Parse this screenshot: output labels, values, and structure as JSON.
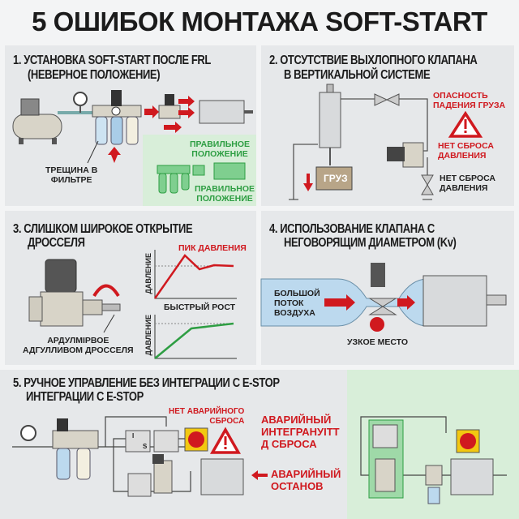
{
  "title": "5 ОШИБОК МОНТАЖА SOFT-START",
  "colors": {
    "error_red": "#d0191f",
    "correct_green": "#2e9e43",
    "panel_bg": "#e6e8ea",
    "green_bg": "#d8eed9"
  },
  "panels": [
    {
      "heading_line1": "1. УСТАНОВКА SOFT-START ПОСЛЕ FRL",
      "heading_line2": "(НЕВЕРНОЕ ПОЛОЖЕНИЕ)",
      "crack_label_line1": "ТРЕЩИНА В",
      "crack_label_line2": "ФИЛЬТРЕ",
      "correct_label_1_line1": "ПРАВИЛЬНОЕ",
      "correct_label_1_line2": "ПОЛОЖЕНИЕ",
      "correct_label_2_line1": "ПРАВИЛЬНОЕ",
      "correct_label_2_line2": "ПОЛОЖЕНИЕ"
    },
    {
      "heading_line1": "2. ОТСУТСТВИЕ ВЫХЛОПНОГО КЛАПАНА",
      "heading_line2": "В ВЕРТИКАЛЬНОЙ СИСТЕМЕ",
      "danger_line1": "ОПАСНОСТЬ",
      "danger_line2": "ПАДЕНИЯ ГРУЗА",
      "no_release_red_line1": "НЕТ СБРОСА",
      "no_release_red_line2": "ДАВЛЕНИЯ",
      "no_release_line1": "НЕТ СБРОСА",
      "no_release_line2": "ДАВЛЕНИЯ",
      "load_label": "ГРУЗ"
    },
    {
      "heading_line1": "3. СЛИШКОМ ШИРОКОЕ ОТКРЫТИЕ",
      "heading_line2": "ДРОССЕЛЯ",
      "peak_label": "ПИК ДАВЛЕНИЯ",
      "fast_rise_label": "БЫСТРЫЙ РОСТ",
      "y_axis_label_top": "ДАВЛЕНИЕ",
      "y_axis_label_bottom": "ДАВЛЕНИЕ",
      "throttle_label_line1": "АРДУЛМІРВОЕ",
      "throttle_label_line2": "АДГУЛЛИВОМ ДРОССЕЛЯ"
    },
    {
      "heading_line1": "4. ИСПОЛЬЗОВАНИЕ КЛАПАНА С",
      "heading_line2": "НЕГОВОРЯЩИМ ДИАМЕТРОМ (Kv)",
      "flow_line1": "БОЛЬШОЙ",
      "flow_line2": "ПОТОК",
      "flow_line3": "ВОЗДУХА",
      "bottleneck_label": "УЗКОЕ МЕСТО"
    },
    {
      "heading_line1": "5. РУЧНОЕ УПРАВЛЕНИЕ БЕЗ ИНТЕГРАЦИИ С E-STOP",
      "heading_line2": "ИНТЕГРАЦИИ С E-STOP",
      "no_emergency_line1": "НЕТ АВАРИЙНОГО",
      "no_emergency_line2": "СБРОСА",
      "integrated_line1": "АВАРИЙНЫЙ",
      "integrated_line2": "ИНТЕГРАНУІТТ",
      "integrated_line3": "Д СБРОСА",
      "estop_line1": "АВАРИЙНЫЙ",
      "estop_line2": "ОСТАНОВ",
      "switch_letter_i": "I",
      "switch_letter_s": "S"
    }
  ]
}
